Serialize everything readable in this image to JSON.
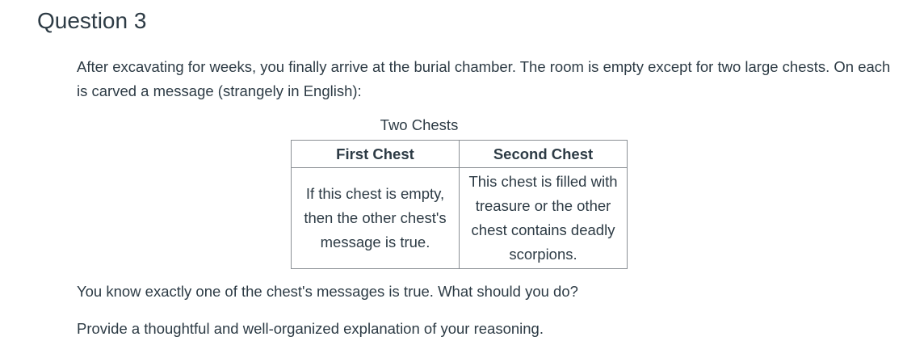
{
  "question": {
    "title": "Question 3",
    "intro": "After excavating for weeks, you finally arrive at the burial chamber. The room is empty except for two large chests. On each is carved a message (strangely in English):",
    "table": {
      "caption": "Two Chests",
      "headers": [
        "First Chest",
        "Second Chest"
      ],
      "cells": [
        "If this chest is empty, then the other chest's message is true.",
        "This chest is filled with treasure or the other chest contains deadly scorpions."
      ]
    },
    "statement": "You know exactly one of the chest's messages is true. What should you do?",
    "instruction": "Provide a thoughtful and well-organized explanation of your reasoning."
  }
}
